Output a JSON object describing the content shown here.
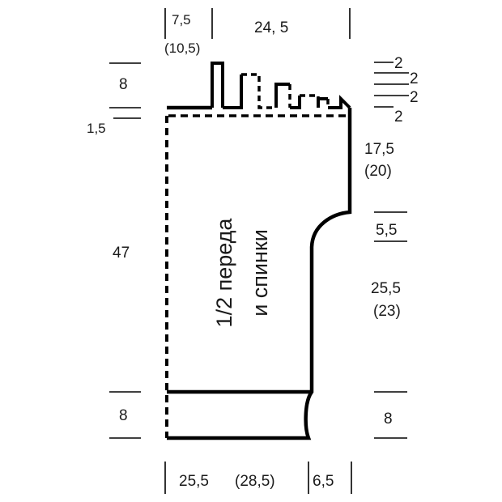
{
  "diagram": {
    "title_line1": "1/2 переда",
    "title_line2": "и спинки",
    "top": {
      "shoulder_width": "7,5",
      "shoulder_width_alt": "(10,5)",
      "neck_width": "24, 5"
    },
    "left": {
      "top_height": "8",
      "small_height": "1,5",
      "body_height": "47",
      "bottom_height": "8"
    },
    "right": {
      "step1": "2",
      "step2": "2",
      "step3": "2",
      "step4": "2",
      "upper_height": "17,5",
      "upper_height_alt": "(20)",
      "armhole_height": "5,5",
      "side_height": "25,5",
      "side_height_alt": "(23)",
      "bottom_height": "8"
    },
    "bottom": {
      "width": "25,5",
      "width_alt": "(28,5)",
      "extra_width": "6,5"
    },
    "colors": {
      "line": "#000000",
      "text": "#1a1a1a"
    }
  }
}
